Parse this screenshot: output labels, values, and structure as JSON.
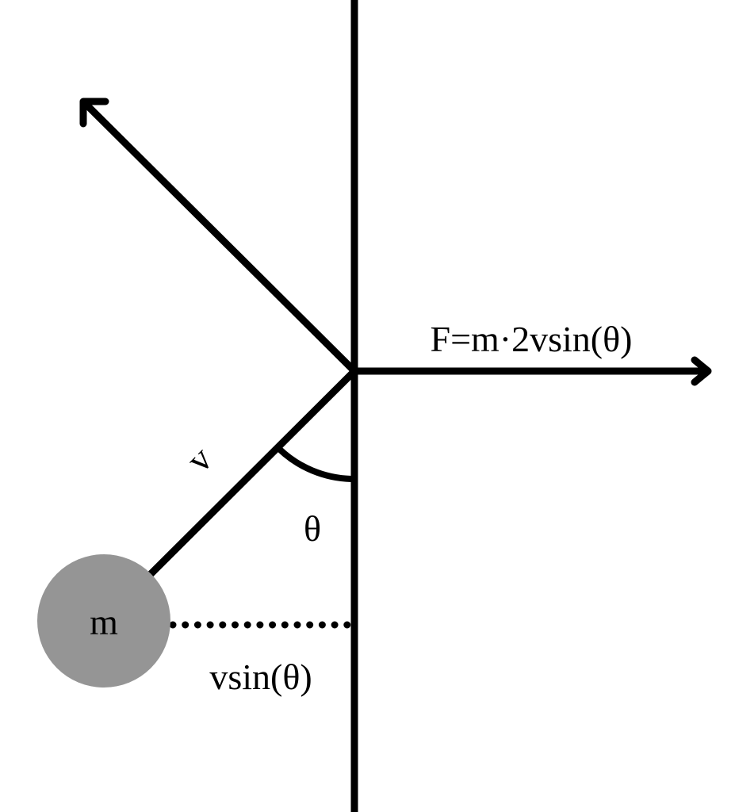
{
  "labels": {
    "mass": "m",
    "velocity": "v",
    "angle": "θ",
    "normal_component": "vsin(θ)",
    "force": "F=m·2vsin(θ)"
  },
  "colors": {
    "stroke": "#000000",
    "ball_fill": "#959595",
    "background": "#ffffff"
  }
}
